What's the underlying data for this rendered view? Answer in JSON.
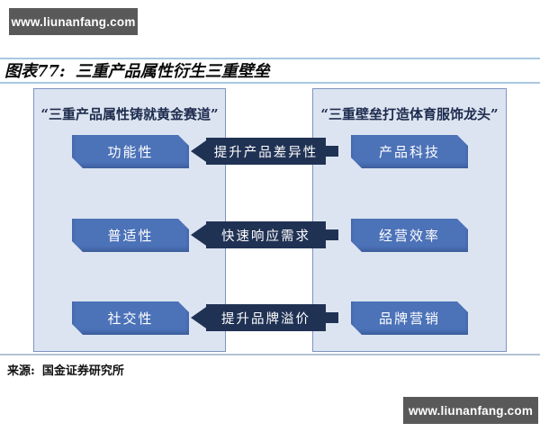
{
  "watermarks": {
    "top": "www.liunanfang.com",
    "bottom": "www.liunanfang.com"
  },
  "figure": {
    "label": "图表77:",
    "title": "三重产品属性衍生三重壁垒",
    "source_label": "来源:",
    "source_text": "国金证券研究所"
  },
  "diagram": {
    "left_panel": {
      "title": "“三重产品属性铸就黄金赛道”",
      "items": [
        "功能性",
        "普适性",
        "社交性"
      ]
    },
    "right_panel": {
      "title": "“三重壁垒打造体育服饰龙头”",
      "items": [
        "产品科技",
        "经营效率",
        "品牌营销"
      ]
    },
    "connectors": [
      "提升产品差异性",
      "快速响应需求",
      "提升品牌溢价"
    ]
  },
  "colors": {
    "watermark_bg": "#595959",
    "panel_bg": "#dce4f1",
    "panel_border": "#8094c0",
    "box_fill": "#4c72b8",
    "arrow_fill": "#203254",
    "rule_blue": "#a9c7e2",
    "rule_bottom": "#b5c2d4"
  }
}
